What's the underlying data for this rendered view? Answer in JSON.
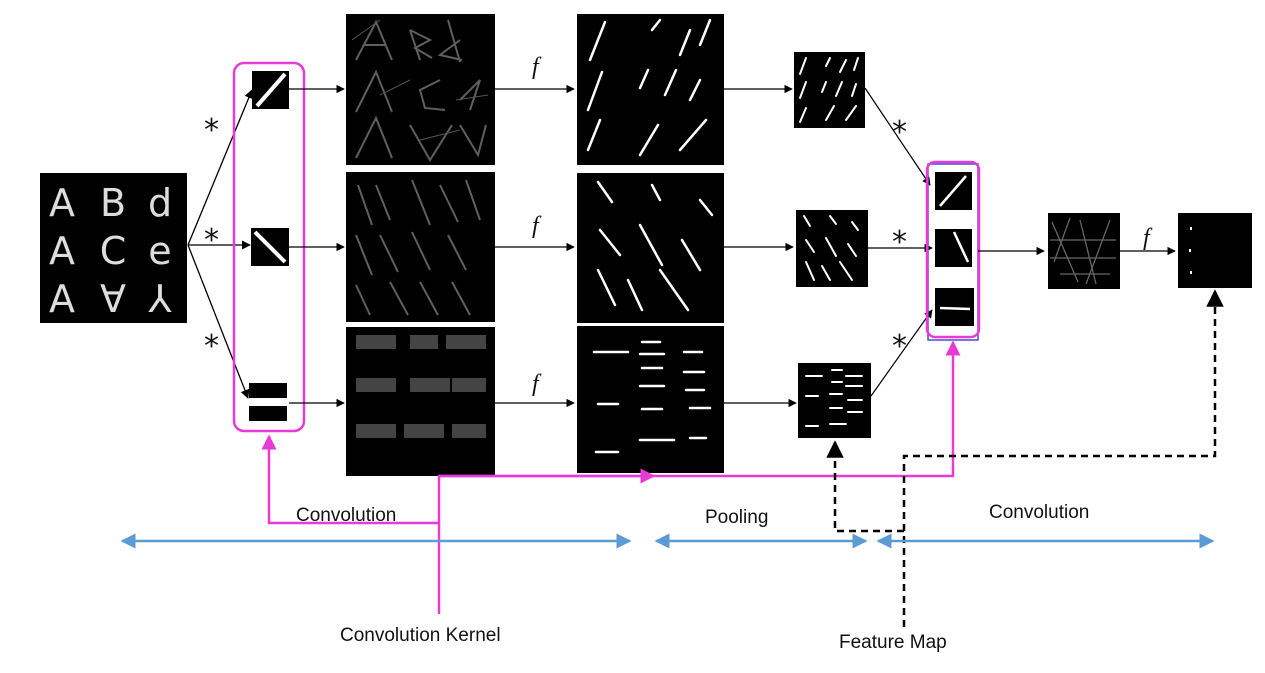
{
  "input_letters": [
    [
      "A",
      "B",
      "d"
    ],
    [
      "A",
      "C",
      "e"
    ],
    [
      "A",
      "∀",
      "⅄"
    ]
  ],
  "operators": {
    "convolve": "*",
    "activation": "f"
  },
  "sections": {
    "convolution_1": "Convolution",
    "pooling": "Pooling",
    "convolution_2": "Convolution"
  },
  "callouts": {
    "kernel": "Convolution Kernel",
    "feature_map": "Feature Map"
  },
  "colors": {
    "kernel_highlight": "#e83ad6",
    "section_arrow": "#5b9bd5",
    "feature_map_dashed": "#000000",
    "image_background": "#000000"
  }
}
